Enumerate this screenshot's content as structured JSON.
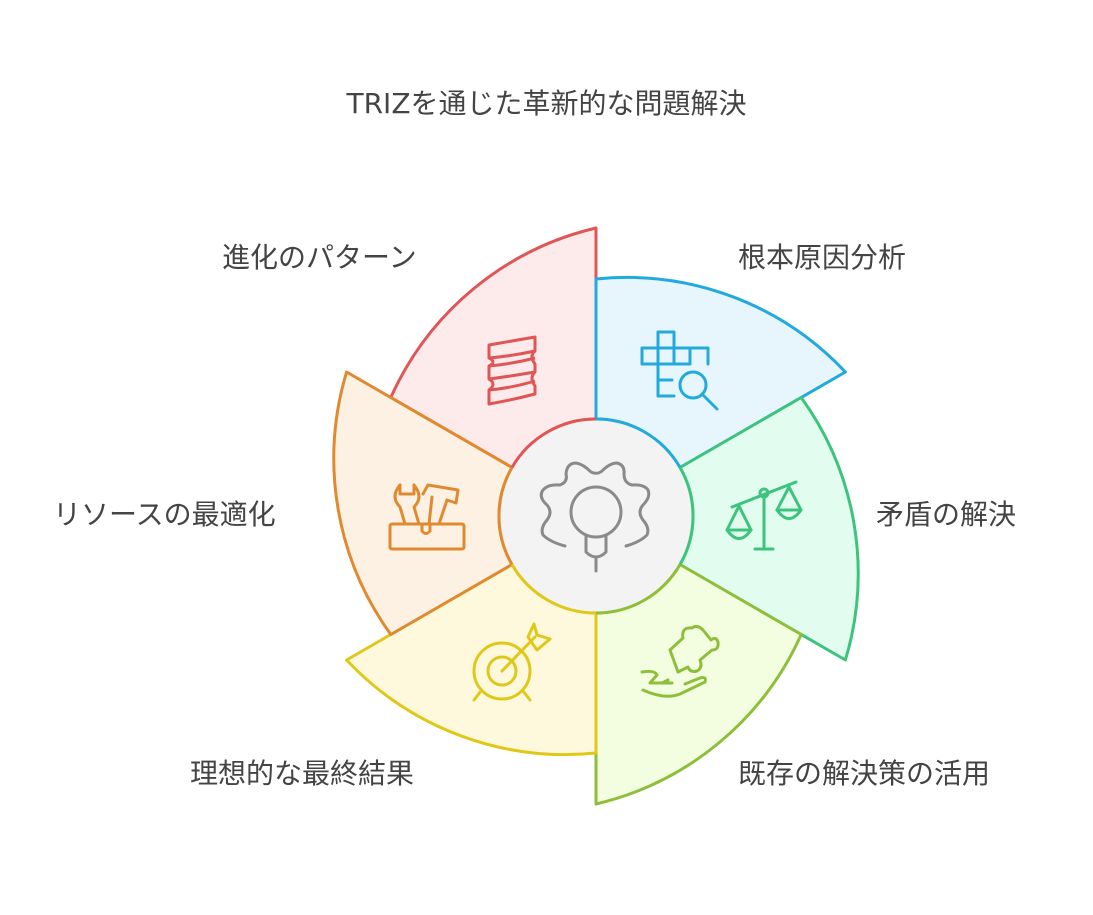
{
  "title": "TRIZを通じた革新的な問題解決",
  "center": {
    "icon": "gear-lightbulb-icon",
    "fill": "#f3f3f3",
    "stroke_color": "#8a8a8a"
  },
  "segments": [
    {
      "id": "evolution-patterns",
      "label": "進化のパターン",
      "icon": "spring-coil-icon",
      "stroke": "#e05555",
      "fill": "#fdeaea"
    },
    {
      "id": "root-cause-analysis",
      "label": "根本原因分析",
      "icon": "crossword-search-icon",
      "stroke": "#22aadd",
      "fill": "#e7f6fd"
    },
    {
      "id": "contradiction-resolution",
      "label": "矛盾の解決",
      "icon": "balance-scale-icon",
      "stroke": "#3cc47c",
      "fill": "#e2fcf0"
    },
    {
      "id": "existing-solutions",
      "label": "既存の解決策の活用",
      "icon": "hand-puzzle-icon",
      "stroke": "#8fbf3a",
      "fill": "#f3fde0"
    },
    {
      "id": "ideal-final-result",
      "label": "理想的な最終結果",
      "icon": "target-arrow-icon",
      "stroke": "#e0c81a",
      "fill": "#fef9dc"
    },
    {
      "id": "resource-optimization",
      "label": "リソースの最適化",
      "icon": "toolbox-icon",
      "stroke": "#e08a30",
      "fill": "#fdf1e4"
    }
  ]
}
